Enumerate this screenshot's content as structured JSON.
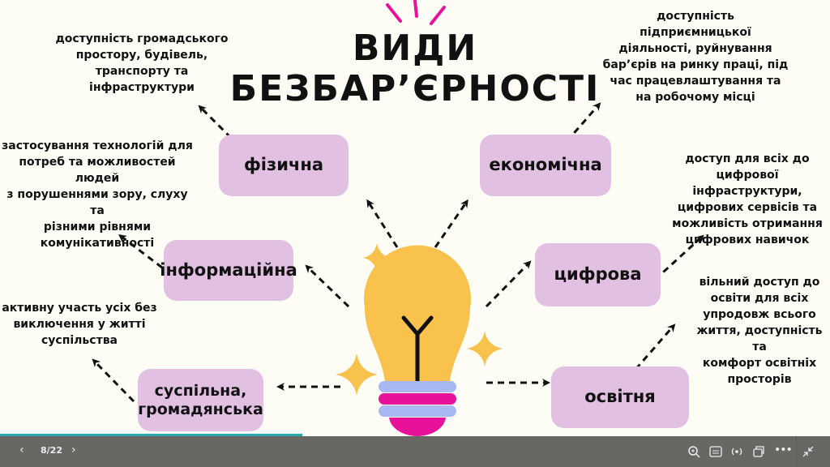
{
  "title": {
    "line1": "ВИДИ",
    "line2": "БЕЗБАР’ЄРНОСТІ"
  },
  "categories": [
    {
      "id": "physical",
      "label": "фізична",
      "description": "доступність громадського\nпростору, будівель,\nтранспорту та\nінфраструктури"
    },
    {
      "id": "economic",
      "label": "економічна",
      "description": "доступність\nпідприємницької\nдіяльності, руйнування\nбар’єрів на ринку праці, під\nчас працевлаштування та\nна робочому місці"
    },
    {
      "id": "informational",
      "label": "інформаційна",
      "description": "застосування технологій для\nпотреб та можливостей людей\nз порушеннями зору, слуху та\nрізними рівнями\nкомунікативності"
    },
    {
      "id": "digital",
      "label": "цифрова",
      "description": "доступ для всіх до\nцифрової інфраструктури,\nцифрових сервісів та\nможливість отримання\nцифрових навичок"
    },
    {
      "id": "social",
      "label": "суспільна, громадянська",
      "description": "активну участь усіх без\nвиключення у житті\nсуспільства"
    },
    {
      "id": "educational",
      "label": "освітня",
      "description": "вільний доступ до\nосвіти для всіх\nупродовж всього\nжиття, доступність та\nкомфорт освітніх\nпросторів"
    }
  ],
  "colors": {
    "box": "#e2c0e2",
    "bulb": "#f8c24c",
    "pink": "#e8129a",
    "base_blue": "#a9b8f0",
    "toolbar": "#676763",
    "progress": "#2aa6ad"
  },
  "viewer": {
    "page": "8/22",
    "current_page": 8,
    "total_pages": 22,
    "progress_fraction": 0.364,
    "icons": [
      "chevron-left-icon",
      "chevron-right-icon",
      "zoom-icon",
      "captions-icon",
      "broadcast-icon",
      "popout-icon",
      "more-icon",
      "exit-fullscreen-icon"
    ]
  }
}
